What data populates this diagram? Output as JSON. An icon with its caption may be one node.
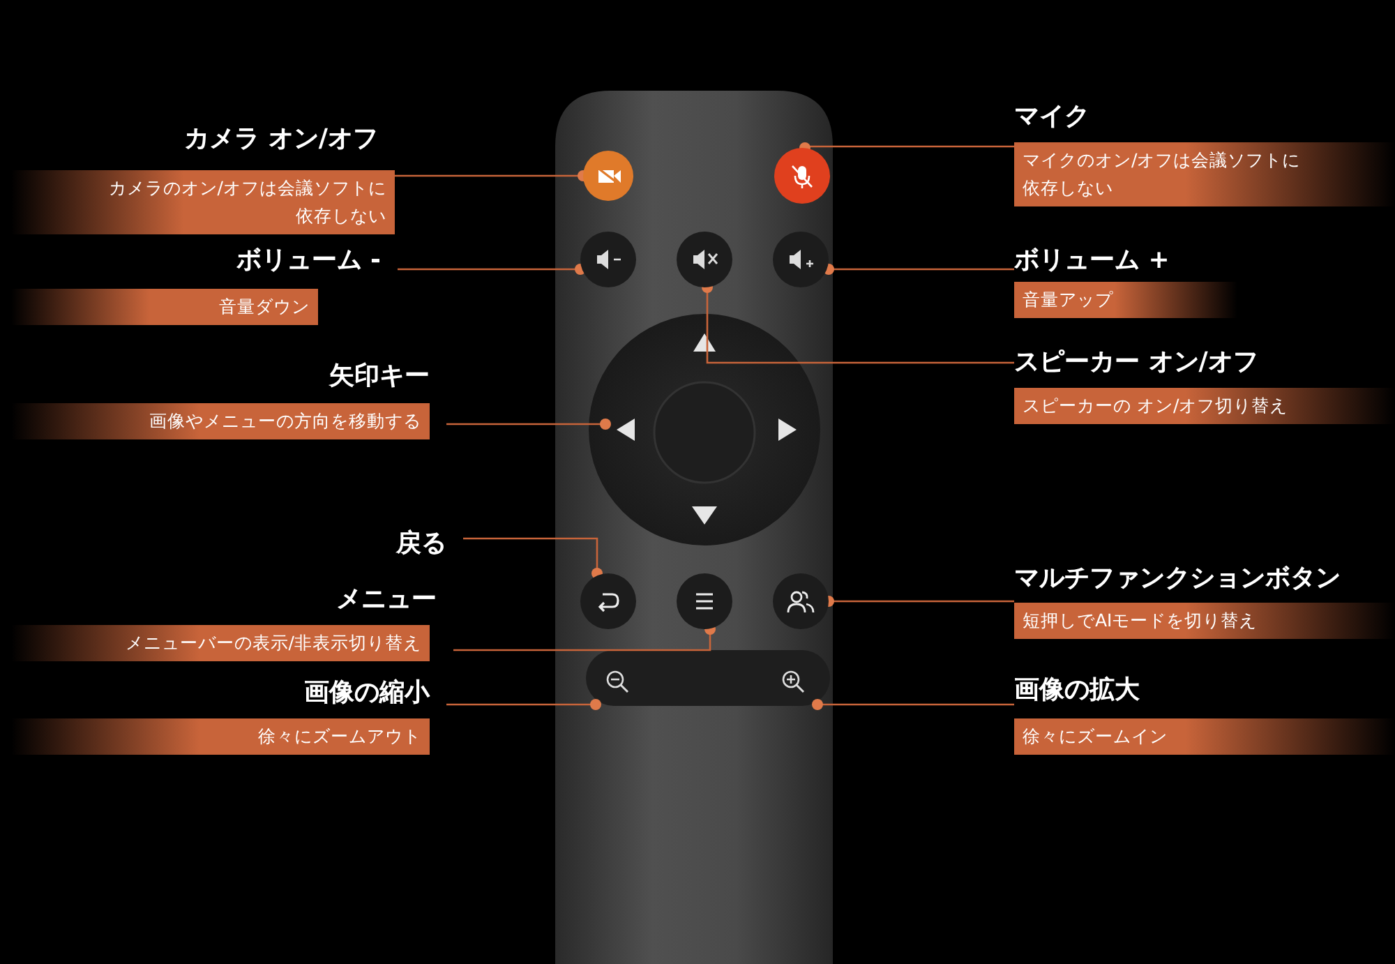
{
  "diagram": {
    "nodes": [
      {
        "text": [
          "カメラ オン/オフ",
          "カメラのオン/オフは会議ソフトに依存しない"
        ]
      },
      {
        "text": [
          "マイク",
          "マイクのオン/オフは会議ソフトに依存しない"
        ]
      },
      {
        "text": [
          "ボリューム -",
          "音量ダウン"
        ]
      },
      {
        "text": [
          "ボリューム +",
          "音量アップ"
        ]
      },
      {
        "text": [
          "スピーカー オン/オフ",
          "スピーカーの オン/オフ切り替え"
        ]
      },
      {
        "text": [
          "矢印キー",
          "画像やメニューの方向を移動する"
        ]
      },
      {
        "text": [
          "戻る"
        ]
      },
      {
        "text": [
          "マルチファンクションボタン",
          "短押しでAIモードを切り替え"
        ]
      },
      {
        "text": [
          "メニュー",
          "メニューバーの表示/非表示切り替え"
        ]
      },
      {
        "text": [
          "画像の縮小",
          "徐々にズームアウト"
        ]
      },
      {
        "text": [
          "画像の拡大",
          "徐々にズームイン"
        ]
      },
      {
        "text": [],
        "shape": "circle"
      },
      {
        "text": [],
        "shape": "circle"
      },
      {
        "text": [],
        "shape": "circle"
      },
      {
        "text": [],
        "shape": "circle"
      },
      {
        "text": [],
        "shape": "circle"
      },
      {
        "text": [],
        "shape": "triangle"
      },
      {
        "text": [],
        "shape": "circle"
      },
      {
        "text": [],
        "shape": "circle"
      },
      {
        "text": [],
        "shape": "circle"
      },
      {
        "text": [],
        "shape": "picture"
      },
      {
        "text": [],
        "shape": "picture"
      }
    ],
    "edges": [
      {
        "from": 0,
        "to": 11,
        "arrow": "other"
      },
      {
        "from": 1,
        "to": 12,
        "arrow": "other"
      },
      {
        "from": 2,
        "to": 13,
        "arrow": "other"
      },
      {
        "from": 3,
        "to": 15,
        "arrow": "other"
      },
      {
        "from": 4,
        "to": 14,
        "arrow": "other"
      },
      {
        "from": 5,
        "to": 16,
        "arrow": "other"
      },
      {
        "from": 6,
        "to": 17,
        "arrow": "other"
      },
      {
        "from": 7,
        "to": 19,
        "arrow": "other"
      },
      {
        "from": 8,
        "to": 18,
        "arrow": "other"
      },
      {
        "from": 9,
        "to": 20,
        "arrow": "other"
      },
      {
        "from": 10,
        "to": 21,
        "arrow": "other"
      }
    ]
  }
}
